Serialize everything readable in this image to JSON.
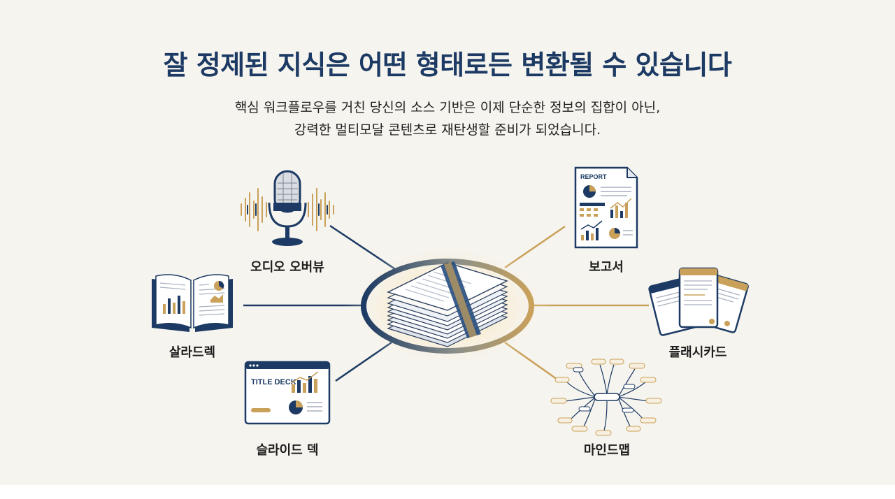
{
  "title": "잘 정제된 지식은 어떤 형태로든 변환될 수 있습니다",
  "subtitle": [
    "핵심 워크플로우를 거친 당신의 소스 기반은 이제 단순한 정보의 집합이 아닌,",
    "강력한 멀티모달 콘텐츠로 재탄생할 준비가 되었습니다."
  ],
  "nodes": {
    "audio": {
      "label": "오디오 오버뷰",
      "icon": "microphone-icon"
    },
    "ebook": {
      "label": "살라드렉",
      "icon": "open-book-icon"
    },
    "slides": {
      "label": "슬라이드 덱",
      "icon": "slide-deck-icon",
      "slide_title": "TITLE DECK"
    },
    "report": {
      "label": "보고서",
      "icon": "report-document-icon",
      "doc_title": "REPORT"
    },
    "flashcards": {
      "label": "플래시카드",
      "icon": "flashcards-icon"
    },
    "mindmap": {
      "label": "마인드맵",
      "icon": "mind-map-icon"
    }
  },
  "center": {
    "icon": "document-stack-icon"
  },
  "colors": {
    "navy": "#1c3a63",
    "gold": "#c9a15a",
    "background": "#f6f4ef"
  }
}
